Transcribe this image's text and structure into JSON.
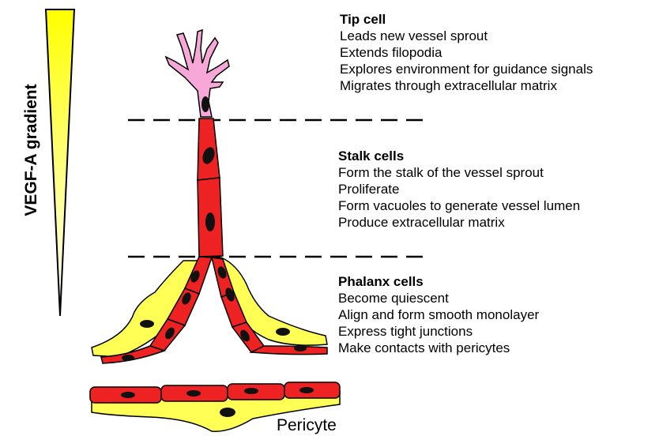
{
  "gradient_label": "VEGF-A gradient",
  "tip_cell": {
    "title": "Tip cell",
    "points": [
      "Leads new vessel sprout",
      "Extends filopodia",
      "Explores environment for guidance signals",
      "Migrates through extracellular matrix"
    ]
  },
  "stalk_cells": {
    "title": "Stalk cells",
    "points": [
      "Form the stalk of the vessel sprout",
      "Proliferate",
      "Form vacuoles to generate vessel lumen",
      "Produce extracellular matrix"
    ]
  },
  "phalanx_cells": {
    "title": "Phalanx cells",
    "points": [
      "Become quiescent",
      "Align and form smooth monolayer",
      "Express tight junctions",
      "Make contacts with pericytes"
    ]
  },
  "pericyte_label": "Pericyte",
  "colors": {
    "endothelial": "#ee2222",
    "nucleus": "#111111",
    "tip": "#f7a8d8",
    "pericyte": "#ffff55",
    "gradient_top": "#ffff00",
    "gradient_bottom": "#ffffff"
  }
}
